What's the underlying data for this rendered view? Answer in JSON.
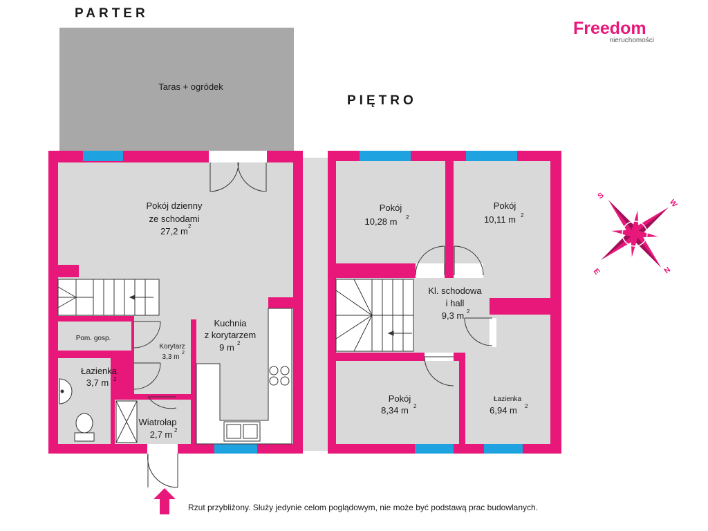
{
  "headings": {
    "parter": "PARTER",
    "pietro": "PIĘTRO"
  },
  "logo": {
    "brand": "Freedom",
    "sub": "nieruchomości"
  },
  "colors": {
    "wall": "#e8187a",
    "floor": "#d9d9d9",
    "terrace": "#a8a8a8",
    "window": "#1fa3e0",
    "compass": "#e8187a"
  },
  "parter": {
    "terrace": "Taras + ogródek",
    "living": {
      "name1": "Pokój dzienny",
      "name2": "ze schodami",
      "area": "27,2 m",
      "sup": "2"
    },
    "kitchen": {
      "name1": "Kuchnia",
      "name2": "z korytarzem",
      "area": "9 m",
      "sup": "2"
    },
    "utility": {
      "name": "Pom. gosp."
    },
    "corridor": {
      "name": "Korytarz",
      "area": "3,3 m",
      "sup": "2"
    },
    "bath": {
      "name": "Łazienka",
      "area": "3,7 m",
      "sup": "2"
    },
    "vestibule": {
      "name": "Wiatrołap",
      "area": "2,7 m",
      "sup": "2"
    }
  },
  "pietro": {
    "room1": {
      "name": "Pokój",
      "area": "10,28 m",
      "sup": "2"
    },
    "room2": {
      "name": "Pokój",
      "area": "10,11 m",
      "sup": "2"
    },
    "hall": {
      "name1": "Kl. schodowa",
      "name2": "i hall",
      "area": "9,3 m",
      "sup": "2"
    },
    "room3": {
      "name": "Pokój",
      "area": "8,34 m",
      "sup": "2"
    },
    "bath": {
      "name": "Łazienka",
      "area": "6,94 m",
      "sup": "2"
    }
  },
  "compass": {
    "s": "S",
    "w": "W",
    "n": "N",
    "e": "E"
  },
  "footnote": "Rzut przybliżony. Służy jedynie celom poglądowym, nie może być podstawą prac budowlanych."
}
